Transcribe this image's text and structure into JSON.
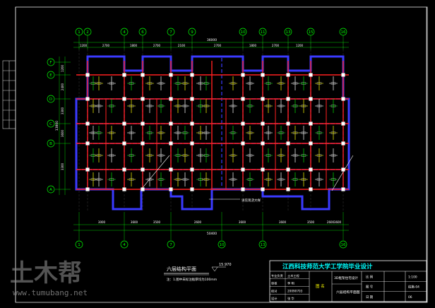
{
  "drawing": {
    "plan_title": "六层结构平面",
    "elevation": "15.970",
    "notes": "注：1.图中未标注板厚均为100mm",
    "callout": "详见现浇大样",
    "zoom_note": "",
    "watermark": {
      "brand": "土木帮",
      "url": "www.tumubang.net"
    }
  },
  "grid": {
    "top": [
      "1",
      "2",
      "4",
      "6",
      "7",
      "9",
      "10",
      "11",
      "13",
      "15",
      "16"
    ],
    "bottom": [
      "1",
      "4",
      "7",
      "10",
      "13",
      "16"
    ],
    "left": [
      "F",
      "E",
      "D",
      "C",
      "B",
      "A"
    ]
  },
  "dimensions": {
    "top_total": "36000",
    "top_segments": [
      "1200",
      "2700",
      "1800",
      "2700",
      "2100",
      "2700",
      "1800",
      "2700",
      "1200"
    ],
    "bottom_total": "50400",
    "bottom_segments": [
      "3000",
      "3600",
      "3500",
      "2600",
      "3600",
      "3600",
      "3500",
      "2600",
      "3600"
    ],
    "left_total": "13800",
    "left_segments": [
      "1200",
      "2400",
      "3300",
      "3600",
      "3300"
    ]
  },
  "title_block": {
    "school": "江西科技师范大学工学院毕业设计",
    "rows": [
      {
        "label": "专业负责",
        "value": "土木工程"
      },
      {
        "label": "审核",
        "value": "李 明"
      },
      {
        "label": "校对",
        "value": "20090703"
      },
      {
        "label": "设计",
        "value": "张 华"
      }
    ],
    "project_label": "图 名",
    "project": "六层结构平面图",
    "subject": "3D框架住宅设计",
    "right": [
      {
        "label": "比 例",
        "value": "1:100"
      },
      {
        "label": "图 号",
        "value": "结施-04"
      },
      {
        "label": "日 期",
        "value": "06"
      }
    ]
  },
  "colors": {
    "background": "#000000",
    "grid_bubble": "#00ff00",
    "beam_red": "#ff2020",
    "wall_blue": "#3a3aff",
    "rebar_green": "#00e000",
    "rebar_yellow": "#ffff00",
    "text_white": "#ffffff",
    "title_cyan": "#00ffff",
    "column_white": "#ffffff",
    "frame": "#ffffff"
  }
}
